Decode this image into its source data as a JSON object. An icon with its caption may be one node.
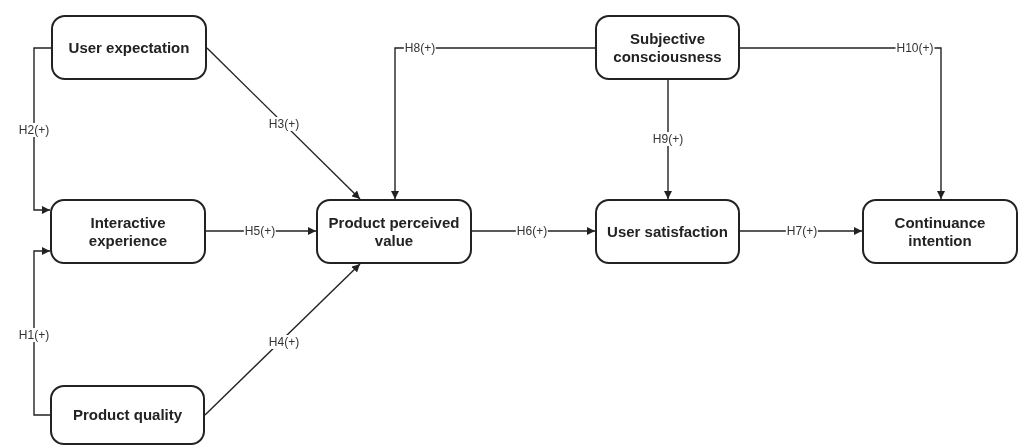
{
  "diagram": {
    "nodes": [
      {
        "text": [
          "User expectation"
        ]
      },
      {
        "text": [
          "Interactive experience"
        ]
      },
      {
        "text": [
          "Product quality"
        ]
      },
      {
        "text": [
          "Product perceived value"
        ]
      },
      {
        "text": [
          "Subjective consciousness"
        ]
      },
      {
        "text": [
          "User satisfaction"
        ]
      },
      {
        "text": [
          "Continuance intention"
        ]
      }
    ],
    "edges": [
      {
        "from": 0,
        "to": 1,
        "arrow": "to",
        "label": "H2(+)"
      },
      {
        "from": 2,
        "to": 1,
        "arrow": "to",
        "label": "H1(+)"
      },
      {
        "from": 0,
        "to": 3,
        "arrow": "to",
        "label": "H3(+)"
      },
      {
        "from": 1,
        "to": 3,
        "arrow": "to",
        "label": "H5(+)"
      },
      {
        "from": 2,
        "to": 3,
        "arrow": "to",
        "label": "H4(+)"
      },
      {
        "from": 4,
        "to": 3,
        "arrow": "to",
        "label": "H8(+)"
      },
      {
        "from": 3,
        "to": 5,
        "arrow": "to",
        "label": "H6(+)"
      },
      {
        "from": 4,
        "to": 5,
        "arrow": "to",
        "label": "H9(+)"
      },
      {
        "from": 4,
        "to": 6,
        "arrow": "to",
        "label": "H10(+)"
      },
      {
        "from": 5,
        "to": 6,
        "arrow": "to",
        "label": "H7(+)"
      }
    ]
  }
}
